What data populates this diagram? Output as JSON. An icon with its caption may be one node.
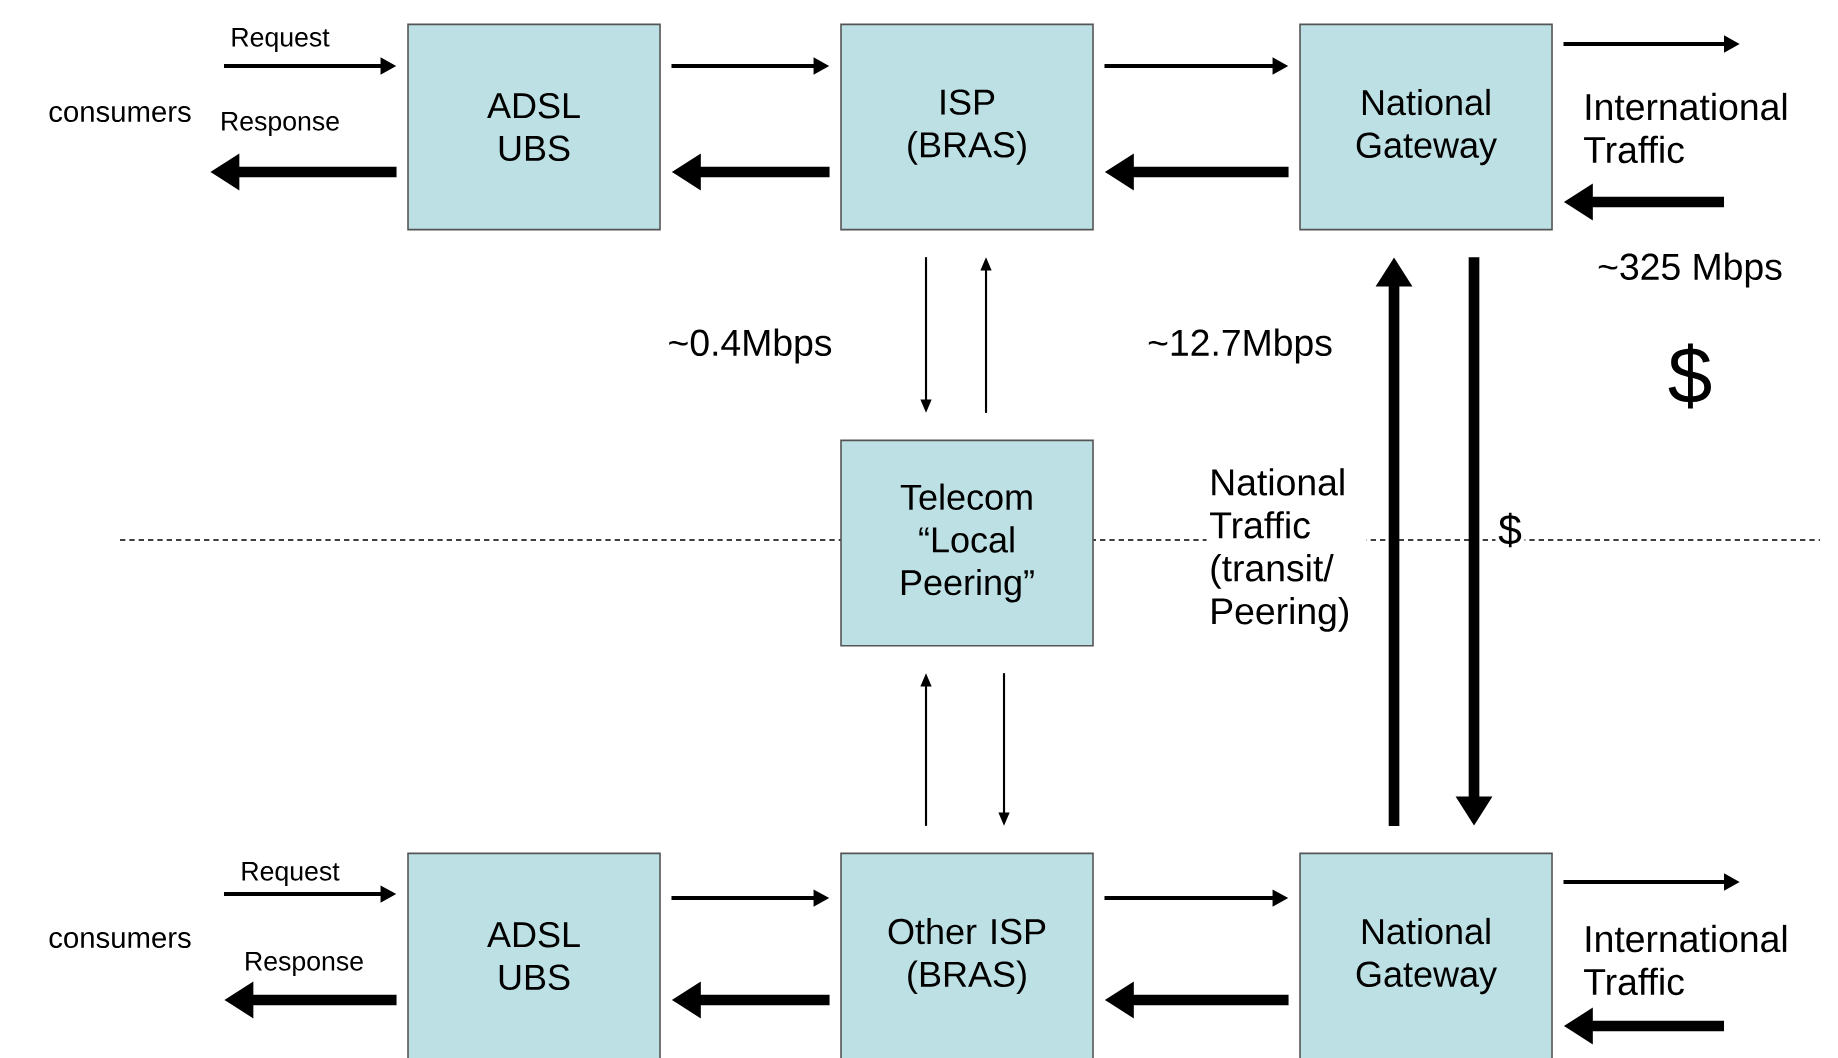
{
  "diagram": {
    "nodes": [
      {
        "text": [
          "ADSL UBS"
        ]
      },
      {
        "text": [
          "ISP (BRAS)"
        ]
      },
      {
        "text": [
          "National Gateway"
        ]
      },
      {
        "text": [
          "Telecom “Local Peering”"
        ]
      },
      {
        "text": [
          "ADSL UBS"
        ]
      },
      {
        "text": [
          "Other ISP (BRAS)"
        ]
      },
      {
        "text": [
          "National Gateway"
        ]
      }
    ],
    "edges": [
      {
        "from": null,
        "to": 0,
        "arrow": "to",
        "label": "Request"
      },
      {
        "from": 0,
        "to": null,
        "arrow": "to",
        "label": "Response",
        "style": "thick"
      },
      {
        "from": 0,
        "to": 1,
        "arrow": "to"
      },
      {
        "from": 1,
        "to": 0,
        "arrow": "to",
        "style": "thick"
      },
      {
        "from": 1,
        "to": 2,
        "arrow": "to"
      },
      {
        "from": 2,
        "to": 1,
        "arrow": "to",
        "style": "thick"
      },
      {
        "from": 2,
        "to": null,
        "arrow": "to"
      },
      {
        "from": null,
        "to": 2,
        "arrow": "to",
        "style": "thick"
      },
      {
        "from": 1,
        "to": 3,
        "arrow": "to"
      },
      {
        "from": 3,
        "to": 1,
        "arrow": "to"
      },
      {
        "from": 5,
        "to": 3,
        "arrow": "to"
      },
      {
        "from": 3,
        "to": 5,
        "arrow": "to"
      },
      {
        "from": 6,
        "to": 2,
        "arrow": "to",
        "style": "thick"
      },
      {
        "from": 2,
        "to": 6,
        "arrow": "to",
        "style": "thick"
      },
      {
        "from": null,
        "to": 4,
        "arrow": "to",
        "label": "Request"
      },
      {
        "from": 4,
        "to": null,
        "arrow": "to",
        "label": "Response",
        "style": "thick"
      },
      {
        "from": 4,
        "to": 5,
        "arrow": "to"
      },
      {
        "from": 5,
        "to": 4,
        "arrow": "to",
        "style": "thick"
      },
      {
        "from": 5,
        "to": 6,
        "arrow": "to"
      },
      {
        "from": 6,
        "to": 5,
        "arrow": "to",
        "style": "thick"
      },
      {
        "from": 6,
        "to": null,
        "arrow": "to"
      },
      {
        "from": null,
        "to": 6,
        "arrow": "to",
        "style": "thick"
      }
    ],
    "labels": [
      "consumers",
      "International Traffic",
      "~325 Mbps",
      "$",
      "~0.4Mbps",
      "~12.7Mbps",
      "National Traffic (transit/ Peering)",
      "$",
      "consumers",
      "International Traffic"
    ]
  }
}
